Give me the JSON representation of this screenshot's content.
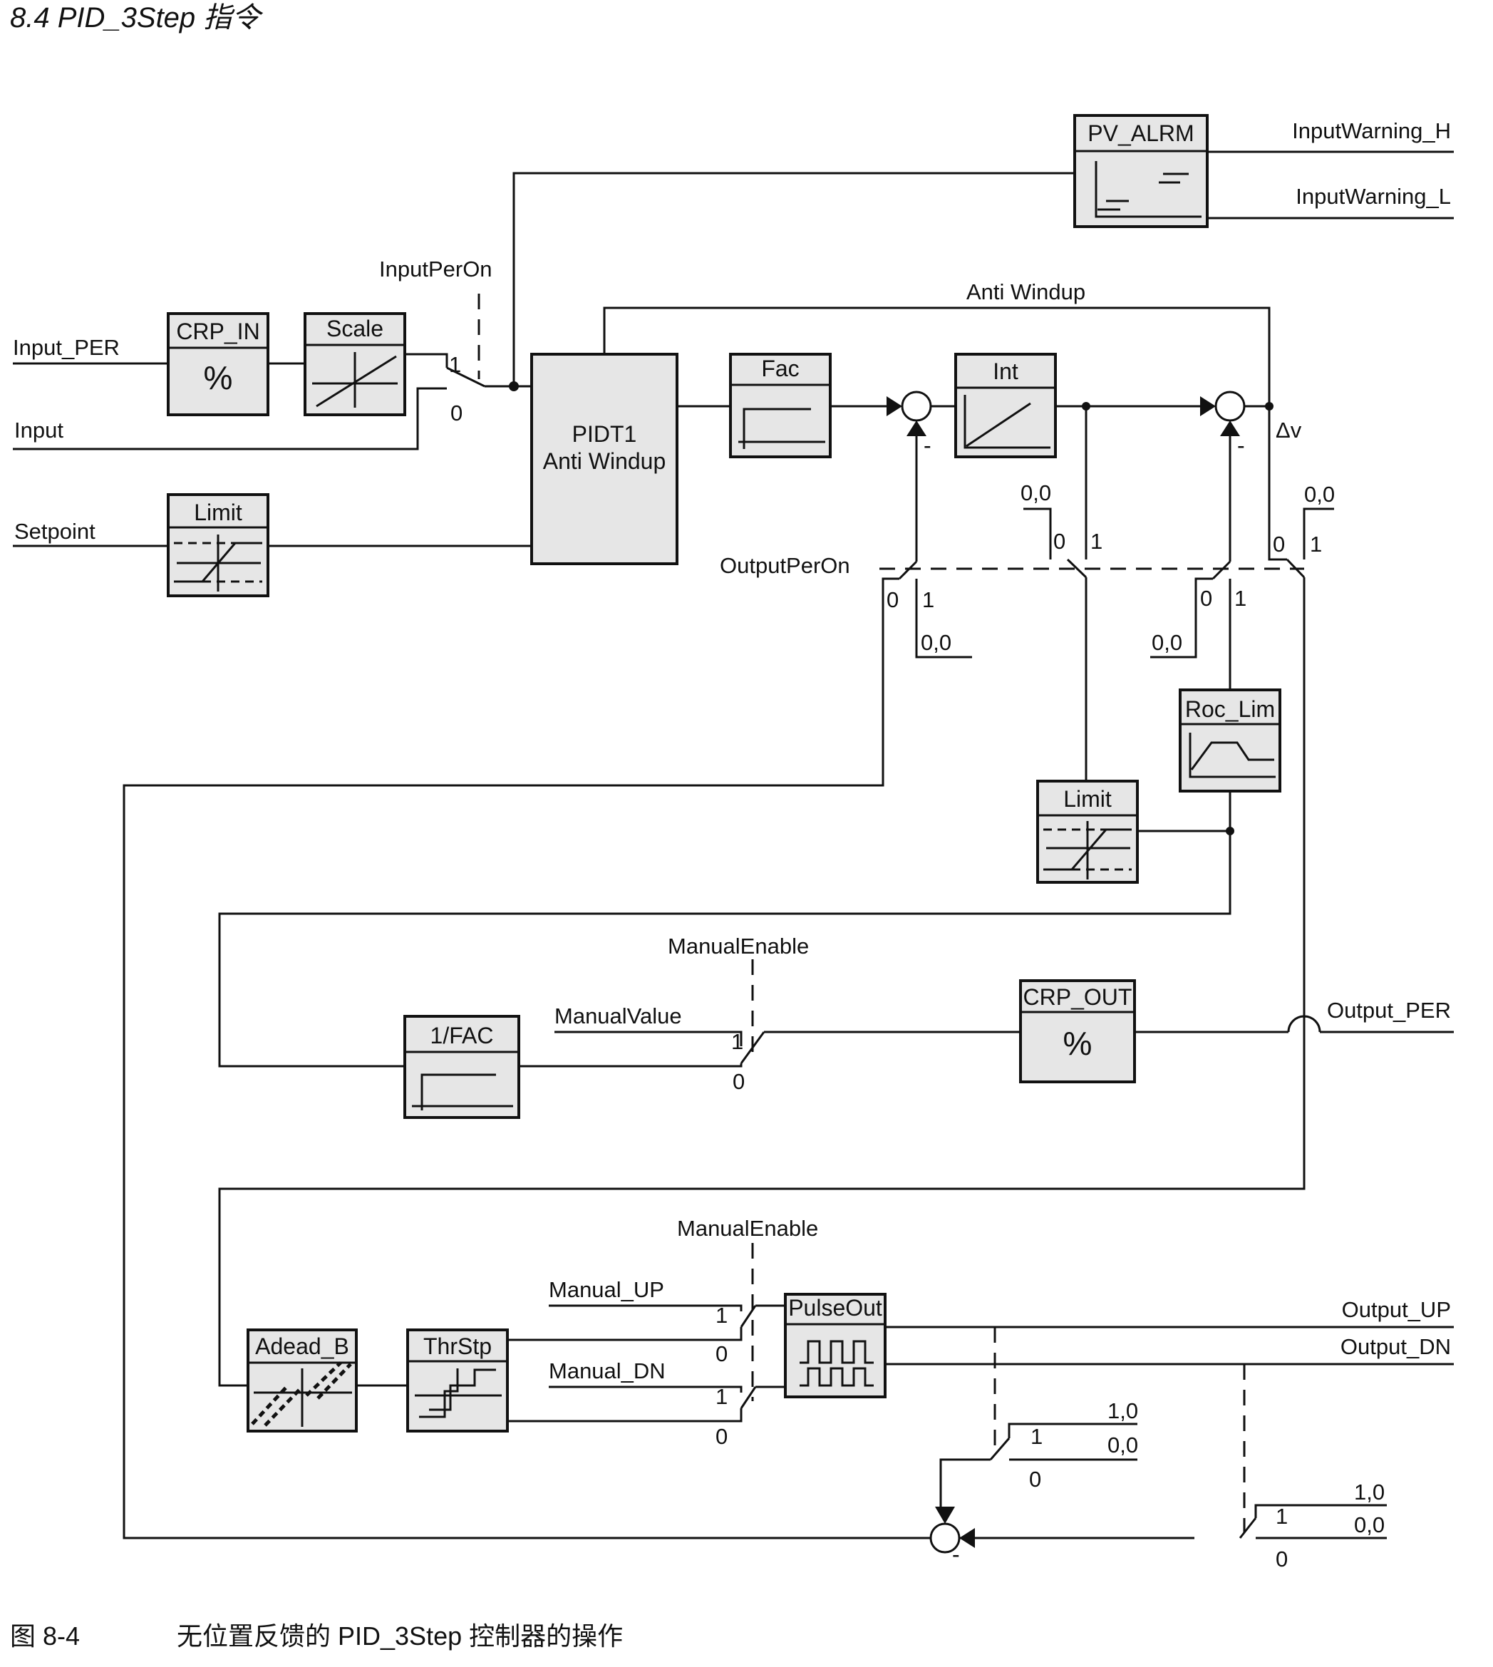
{
  "header": "8.4 PID_3Step 指令",
  "caption": {
    "number": "图 8-4",
    "text": "无位置反馈的 PID_3Step 控制器的操作"
  },
  "blocks": {
    "pv_alrm": "PV_ALRM",
    "crp_in": "CRP_IN",
    "crp_in_symbol": "%",
    "scale": "Scale",
    "limit_sp": "Limit",
    "pidt1_line1": "PIDT1",
    "pidt1_line2": "Anti Windup",
    "fac": "Fac",
    "int": "Int",
    "roc_lim": "Roc_Lim",
    "limit_out": "Limit",
    "inv_fac": "1/FAC",
    "crp_out": "CRP_OUT",
    "crp_out_symbol": "%",
    "adead_b": "Adead_B",
    "thrstp": "ThrStp",
    "pulseout": "PulseOut"
  },
  "signals": {
    "input_warning_h": "InputWarning_H",
    "input_warning_l": "InputWarning_L",
    "input_per_on": "InputPerOn",
    "anti_windup": "Anti Windup",
    "input_per": "Input_PER",
    "input": "Input",
    "setpoint": "Setpoint",
    "delta_v": "Δv",
    "output_per_on": "OutputPerOn",
    "manual_enable_1": "ManualEnable",
    "manual_value": "ManualValue",
    "output_per": "Output_PER",
    "manual_enable_2": "ManualEnable",
    "manual_up": "Manual_UP",
    "manual_dn": "Manual_DN",
    "output_up": "Output_UP",
    "output_dn": "Output_DN"
  },
  "switch_labels": {
    "one": "1",
    "zero": "0",
    "zero_value": "0,0",
    "one_value": "1,0",
    "minus": "-"
  }
}
